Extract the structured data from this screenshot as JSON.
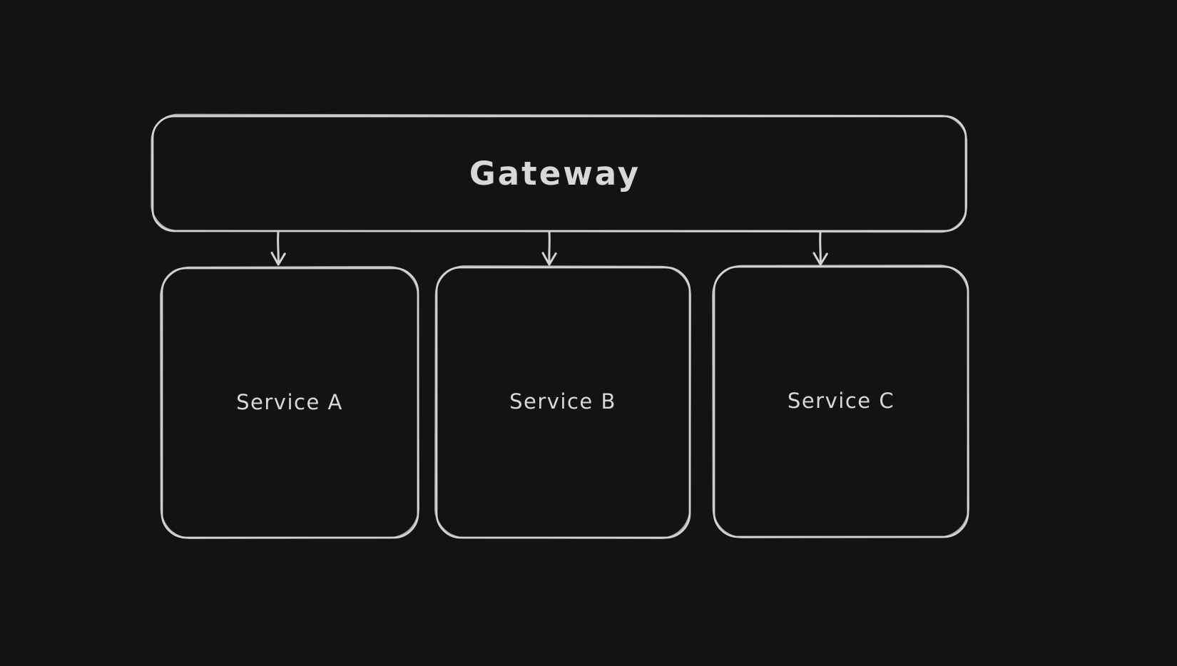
{
  "canvas": {
    "background_color": "#131313",
    "stroke_color": "#d3d3d3",
    "text_color": "#d8d8d8"
  },
  "nodes": [
    {
      "id": "gateway",
      "label": "Gateway",
      "shape": "rounded-rectangle"
    },
    {
      "id": "service-a",
      "label": "Service A",
      "shape": "rounded-rectangle"
    },
    {
      "id": "service-b",
      "label": "Service B",
      "shape": "rounded-rectangle"
    },
    {
      "id": "service-c",
      "label": "Service C",
      "shape": "rounded-rectangle"
    }
  ],
  "edges": [
    {
      "from": "gateway",
      "to": "service-a",
      "type": "arrow",
      "direction": "down"
    },
    {
      "from": "gateway",
      "to": "service-b",
      "type": "arrow",
      "direction": "down"
    },
    {
      "from": "gateway",
      "to": "service-c",
      "type": "arrow",
      "direction": "down"
    }
  ]
}
